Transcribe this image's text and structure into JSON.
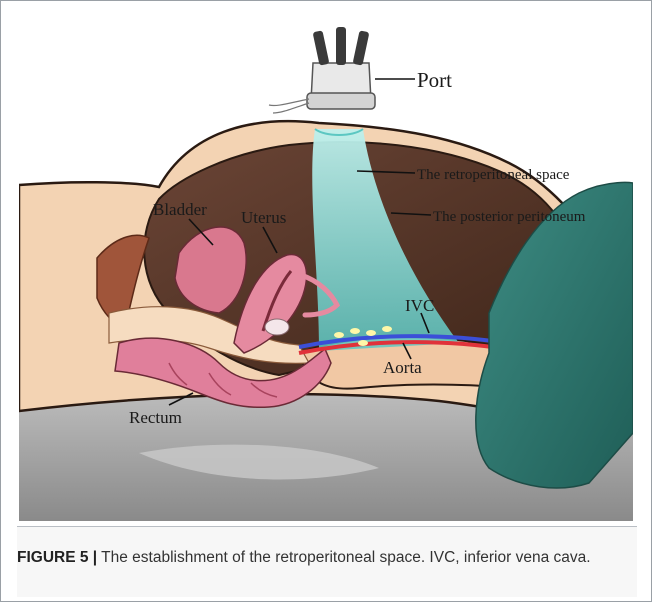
{
  "figure": {
    "labels": {
      "port": "Port",
      "retroperitoneal_space": "The retroperitoneal space",
      "posterior_peritoneum": "The posterior peritoneum",
      "bladder": "Bladder",
      "uterus": "Uterus",
      "ivc": "IVC",
      "aorta": "Aorta",
      "rectum": "Rectum"
    },
    "colors": {
      "skin": "#f3d3b3",
      "cavity": "#5a3a2c",
      "light_cone": "#7fd3cf",
      "drape": "#2f7a72",
      "table": "#a9a9a9",
      "ivc_line": "#3b4fd8",
      "aorta_line": "#e0323a"
    }
  },
  "caption": {
    "figure_label": "FIGURE 5 |",
    "text": " The establishment of the retroperitoneal space. IVC, inferior vena cava."
  }
}
